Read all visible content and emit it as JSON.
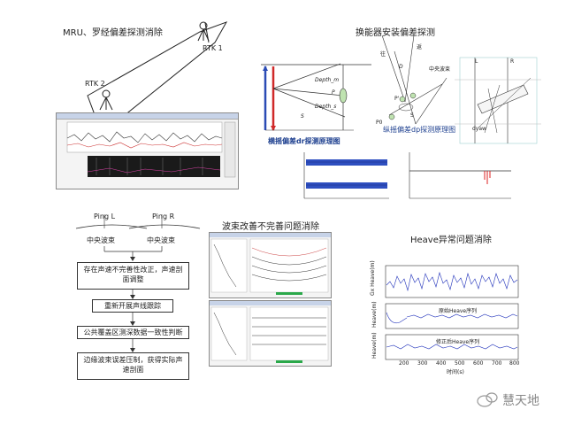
{
  "titles": {
    "mru": "MRU、罗经偏差探测消除",
    "transducer": "换能器安装偏差探测",
    "beam": "波束改善不完善问题消除",
    "heave": "Heave异常问题消除"
  },
  "mru": {
    "rtk1": "RTK 1",
    "rtk2": "RTK 2"
  },
  "transducer": {
    "caption_left": "横摇偏差dr探测原理图",
    "caption_mid": "纵摇偏差dp探测原理图",
    "depth_m": "Depth_m",
    "depth_s": "Depth_s",
    "label_p": "P",
    "label_s": "S",
    "mid_labels": {
      "wang": "往",
      "fan": "返",
      "center": "中央波束",
      "p0": "P0",
      "p_": "P'",
      "s": "S",
      "d": "D"
    },
    "right_labels": {
      "l": "L",
      "r": "R",
      "dyaw": "dyaw"
    }
  },
  "flow": {
    "ping_l": "Ping  L",
    "ping_r": "Ping  R",
    "center_l": "中央波束",
    "center_r": "中央波束",
    "step1": "存在声速不完善性改正，声速剖面调整",
    "step2": "重新开展声线跟踪",
    "step3": "公共覆盖区测深数据一致性判断",
    "step4": "边缘波束误差压制，获得实际声速剖面"
  },
  "heave": {
    "panel1_ylabel": "Gx Heave(m)",
    "panel2_ylabel": "Heave(m)",
    "panel3_ylabel": "Heave(m)",
    "panel2_legend": "原始Heave序列",
    "panel3_legend": "修正后Heave序列",
    "xlabel": "时间(s)",
    "xticks": [
      "200",
      "300",
      "400",
      "500",
      "600",
      "700",
      "800"
    ]
  },
  "footer": {
    "brand": "慧天地"
  }
}
